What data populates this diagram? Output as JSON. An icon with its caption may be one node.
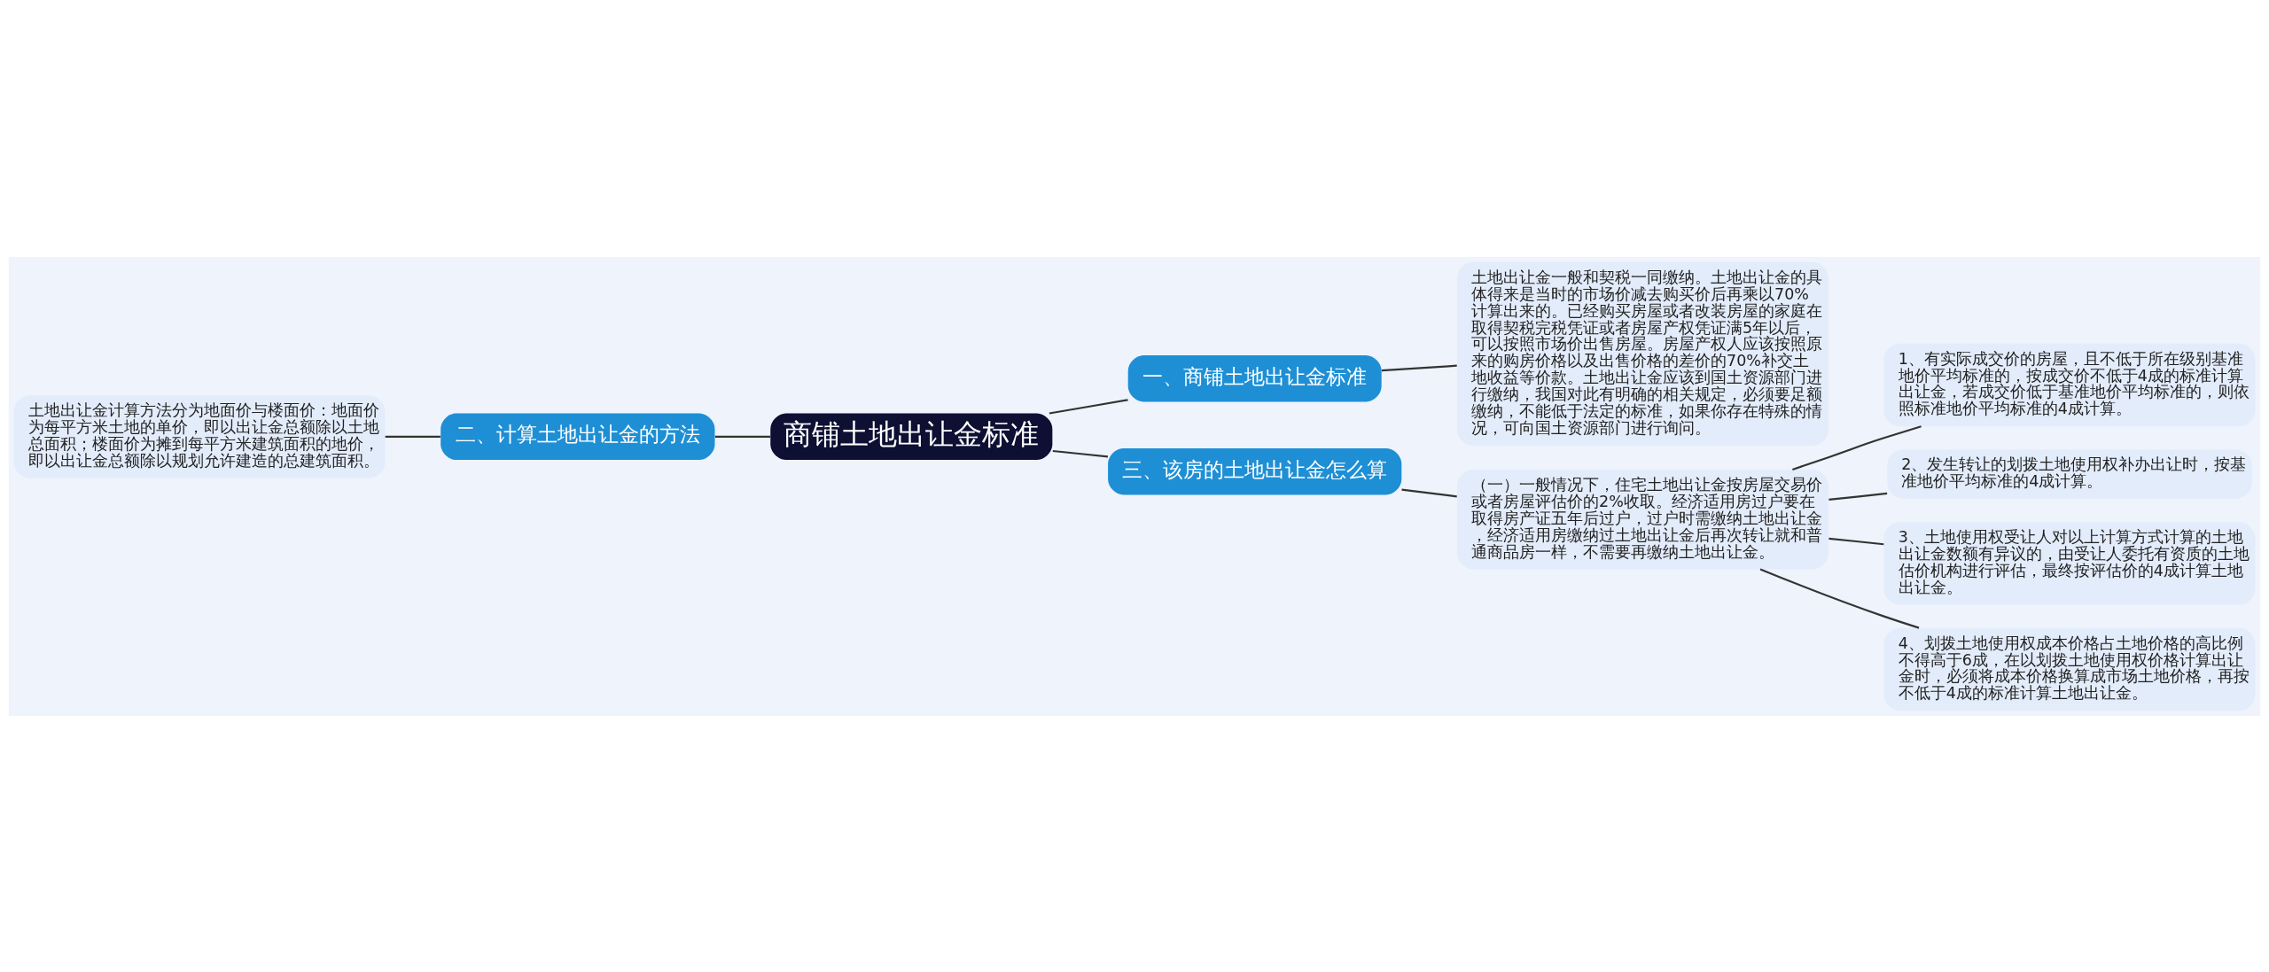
{
  "diagram": {
    "nodes": [
      {
        "text": [
          "商铺土地出让金标准"
        ]
      },
      {
        "text": [
          "一、商铺土地出让金标准"
        ]
      },
      {
        "text": [
          "土地出让金一般和契税一同缴纳。土地出让金的具体得来是当时的市场价减去购买价后再乘以70%计算出来的。已经购买房屋或者改装房屋的家庭在取得契税完税凭证或者房屋产权凭证满5年以后，可以按照市场价出售房屋。房屋产权人应该按照原来的购房价格以及出售价格的差价的70%补交土地收益等价款。土地出让金应该到国土资源部门进行缴纳，我国对此有明确的相关规定，必须要足额缴纳，不能低于法定的标准，如果你存在特殊的情况，可向国土资源部门进行询问。"
        ]
      },
      {
        "text": [
          "二、计算土地出让金的方法"
        ]
      },
      {
        "text": [
          "土地出让金计算方法分为地面价与楼面价：地面价为每平方米土地的单价，即以出让金总额除以土地总面积；楼面价为摊到每平方米建筑面积的地价，即以出让金总额除以规划允许建造的总建筑面积。"
        ]
      },
      {
        "text": [
          "三、该房的土地出让金怎么算"
        ]
      },
      {
        "text": [
          "（一）一般情况下，住宅土地出让金按房屋交易价或者房屋评估价的2%收取。经济适用房过户要在取得房产证五年后过户，过户时需缴纳土地出让金，经济适用房缴纳过土地出让金后再次转让就和普通商品房一样，不需要再缴纳土地出让金。"
        ]
      },
      {
        "text": [
          "1、有实际成交价的房屋，且不低于所在级别基准地价平均标准的，按成交价不低于4成的标准计算出让金，若成交价低于基准地价平均标准的，则依照标准地价平均标准的4成计算。"
        ]
      },
      {
        "text": [
          "2、发生转让的划拨土地使用权补办出让时，按基准地价平均标准的4成计算。"
        ]
      },
      {
        "text": [
          "3、土地使用权受让人对以上计算方式计算的土地出让金数额有异议的，由受让人委托有资质的土地估价机构进行评估，最终按评估价的4成计算土地出让金。"
        ]
      },
      {
        "text": [
          "4、划拨土地使用权成本价格占土地价格的高比例不得高于6成，在以划拨土地使用权价格计算出让金时，必须将成本价格换算成市场土地价格，再按不低于4成的标准计算土地出让金。"
        ]
      }
    ],
    "edges": [
      {
        "from": 0,
        "to": 1,
        "arrow": "none"
      },
      {
        "from": 1,
        "to": 2,
        "arrow": "none"
      },
      {
        "from": 0,
        "to": 3,
        "arrow": "none"
      },
      {
        "from": 3,
        "to": 4,
        "arrow": "none"
      },
      {
        "from": 0,
        "to": 5,
        "arrow": "none"
      },
      {
        "from": 5,
        "to": 6,
        "arrow": "none"
      },
      {
        "from": 6,
        "to": 7,
        "arrow": "none"
      },
      {
        "from": 6,
        "to": 8,
        "arrow": "none"
      },
      {
        "from": 6,
        "to": 9,
        "arrow": "none"
      },
      {
        "from": 6,
        "to": 10,
        "arrow": "none"
      }
    ]
  }
}
